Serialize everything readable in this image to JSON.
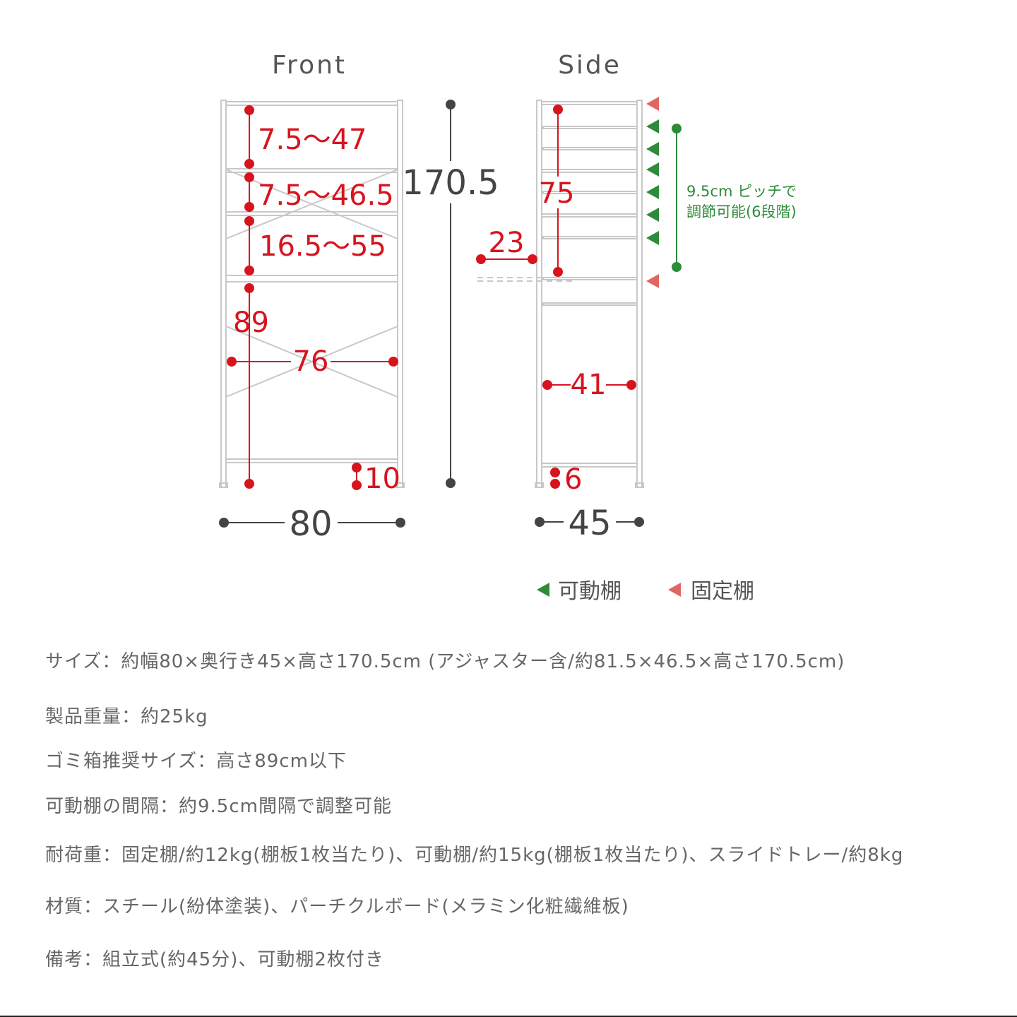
{
  "colors": {
    "red": "#d7141e",
    "green": "#2e8b3a",
    "pink": "#e06666",
    "frame": "#c8c8c8",
    "text": "#555555"
  },
  "front": {
    "title": "Front",
    "gap1": "7.5～47",
    "gap2": "7.5～46.5",
    "gap3": "16.5～55",
    "lower_height": "89",
    "inner_width": "76",
    "bottom_clearance": "10",
    "total_height": "170.5",
    "width": "80"
  },
  "side": {
    "title": "Side",
    "adjust_range": "75",
    "offset": "23",
    "inner_depth": "41",
    "bottom_clearance": "6",
    "depth": "45",
    "pitch_note_1": "9.5cm ピッチで",
    "pitch_note_2": "調節可能(6段階)"
  },
  "legend": {
    "movable": "可動棚",
    "fixed": "固定棚"
  },
  "specs": [
    "サイズ：約幅80×奥行き45×高さ170.5cm (アジャスター含/約81.5×46.5×高さ170.5cm)",
    "製品重量：約25kg",
    "ゴミ箱推奨サイズ：高さ89cm以下",
    "可動棚の間隔：約9.5cm間隔で調整可能",
    "耐荷重：固定棚/約12kg(棚板1枚当たり)、可動棚/約15kg(棚板1枚当たり)、スライドトレー/約8kg",
    "材質：スチール(紛体塗装)、パーチクルボード(メラミン化粧繊維板)",
    "備考：組立式(約45分)、可動棚2枚付き"
  ]
}
